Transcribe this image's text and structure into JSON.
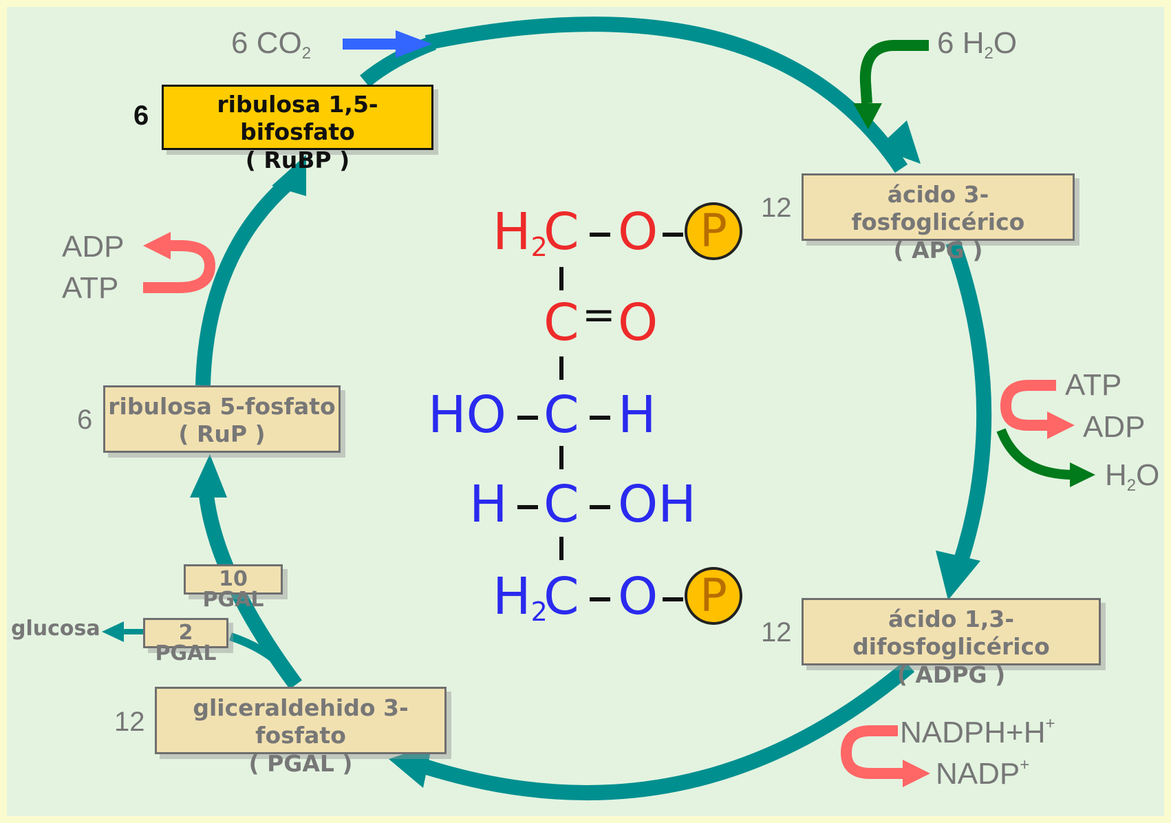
{
  "colors": {
    "cycle": "#008f8f",
    "co2_arrow": "#3366ff",
    "water_arrow": "#007a1a",
    "energy_arrow": "#ff6666",
    "main_box": "#ffcc00",
    "box": "#f2e1b0",
    "background": "#e3f3e0",
    "frame": "#fbfbd0"
  },
  "inputs": {
    "co2": {
      "prefix": "6 CO",
      "sub": "2"
    },
    "h2o_in": {
      "prefix": "6 H",
      "sub": "2",
      "suffix": "O"
    }
  },
  "compounds": {
    "rubp": {
      "count": "6",
      "line1": "ribulosa 1,5-bifosfato",
      "line2": "( RuBP )"
    },
    "apg": {
      "count": "12",
      "line1": "ácido 3-fosfoglicérico",
      "line2": "( APG )"
    },
    "adpg": {
      "count": "12",
      "line1": "ácido 1,3-difosfoglicérico",
      "line2": "( ADPG )"
    },
    "pgal": {
      "count": "12",
      "line1": "gliceraldehido 3-fosfato",
      "line2": "( PGAL )"
    },
    "rup": {
      "count": "6",
      "line1": "ribulosa  5-fosfato",
      "line2": "( RuP )"
    },
    "pgal10": {
      "label": "10 PGAL"
    },
    "pgal2": {
      "label": "2 PGAL"
    }
  },
  "outputs": {
    "glucosa": "glucosa"
  },
  "energy": {
    "left": {
      "adp": "ADP",
      "atp": "ATP"
    },
    "right": {
      "atp": "ATP",
      "adp": "ADP",
      "h2o_prefix": "H",
      "h2o_sub": "2",
      "h2o_suffix": "O"
    },
    "bottom": {
      "nadph": "NADPH+H",
      "nadph_sup": "+",
      "nadp": "NADP",
      "nadp_sup": "+"
    }
  },
  "molecule": {
    "row1": {
      "h": "H",
      "sub": "2",
      "c": "C",
      "o": "O",
      "p": "P"
    },
    "row2": {
      "c": "C",
      "eq": "=",
      "o": "O"
    },
    "row3": {
      "left": "HO",
      "c": "C",
      "right": "H"
    },
    "row4": {
      "left": "H",
      "c": "C",
      "right": "OH"
    },
    "row5": {
      "h": "H",
      "sub": "2",
      "c": "C",
      "o": "O",
      "p": "P"
    }
  }
}
